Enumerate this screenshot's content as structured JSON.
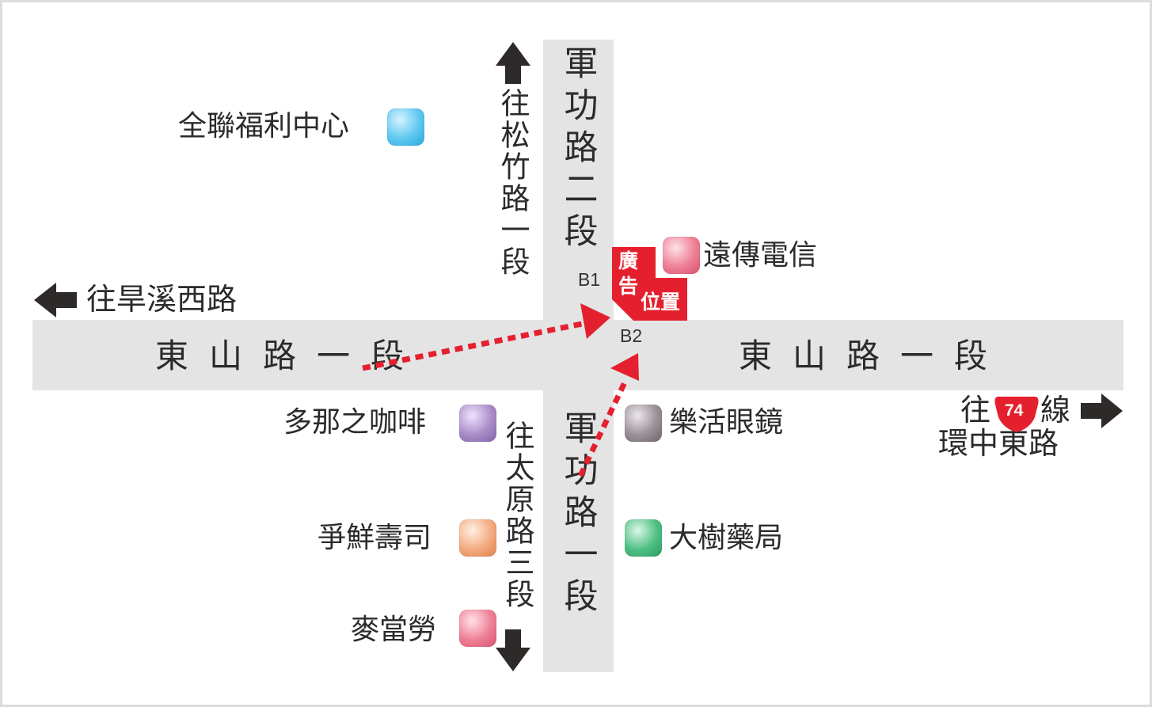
{
  "roads": {
    "main_north": "軍功路二段",
    "main_south": "軍功路一段",
    "east_west_left": "東山路一段",
    "east_west_right": "東山路一段"
  },
  "directions": {
    "north": "往松竹路一段",
    "south": "往太原路三段",
    "west": "往旱溪西路",
    "east_prefix": "往",
    "east_route_number": "74",
    "east_suffix": "線",
    "east_line2": "環中東路"
  },
  "points_of_interest": [
    {
      "label": "全聯福利中心",
      "color": "#5ec8f0"
    },
    {
      "label": "遠傳電信",
      "color": "#ee7f95"
    },
    {
      "label": "多那之咖啡",
      "color": "#a98cc8"
    },
    {
      "label": "樂活眼鏡",
      "color": "#9a9098"
    },
    {
      "label": "爭鮮壽司",
      "color": "#f3aa7f"
    },
    {
      "label": "大樹藥局",
      "color": "#4fc083"
    },
    {
      "label": "麥當勞",
      "color": "#ee7f95"
    }
  ],
  "ad": {
    "line1": "廣",
    "line2": "告",
    "line3": "位置",
    "color": "#e5202e"
  },
  "ad_spots": {
    "b1": "B1",
    "b2": "B2"
  },
  "colors": {
    "road": "#e4e4e5",
    "arrow": "#2e2a2a",
    "route_arrow": "#e5202e"
  }
}
